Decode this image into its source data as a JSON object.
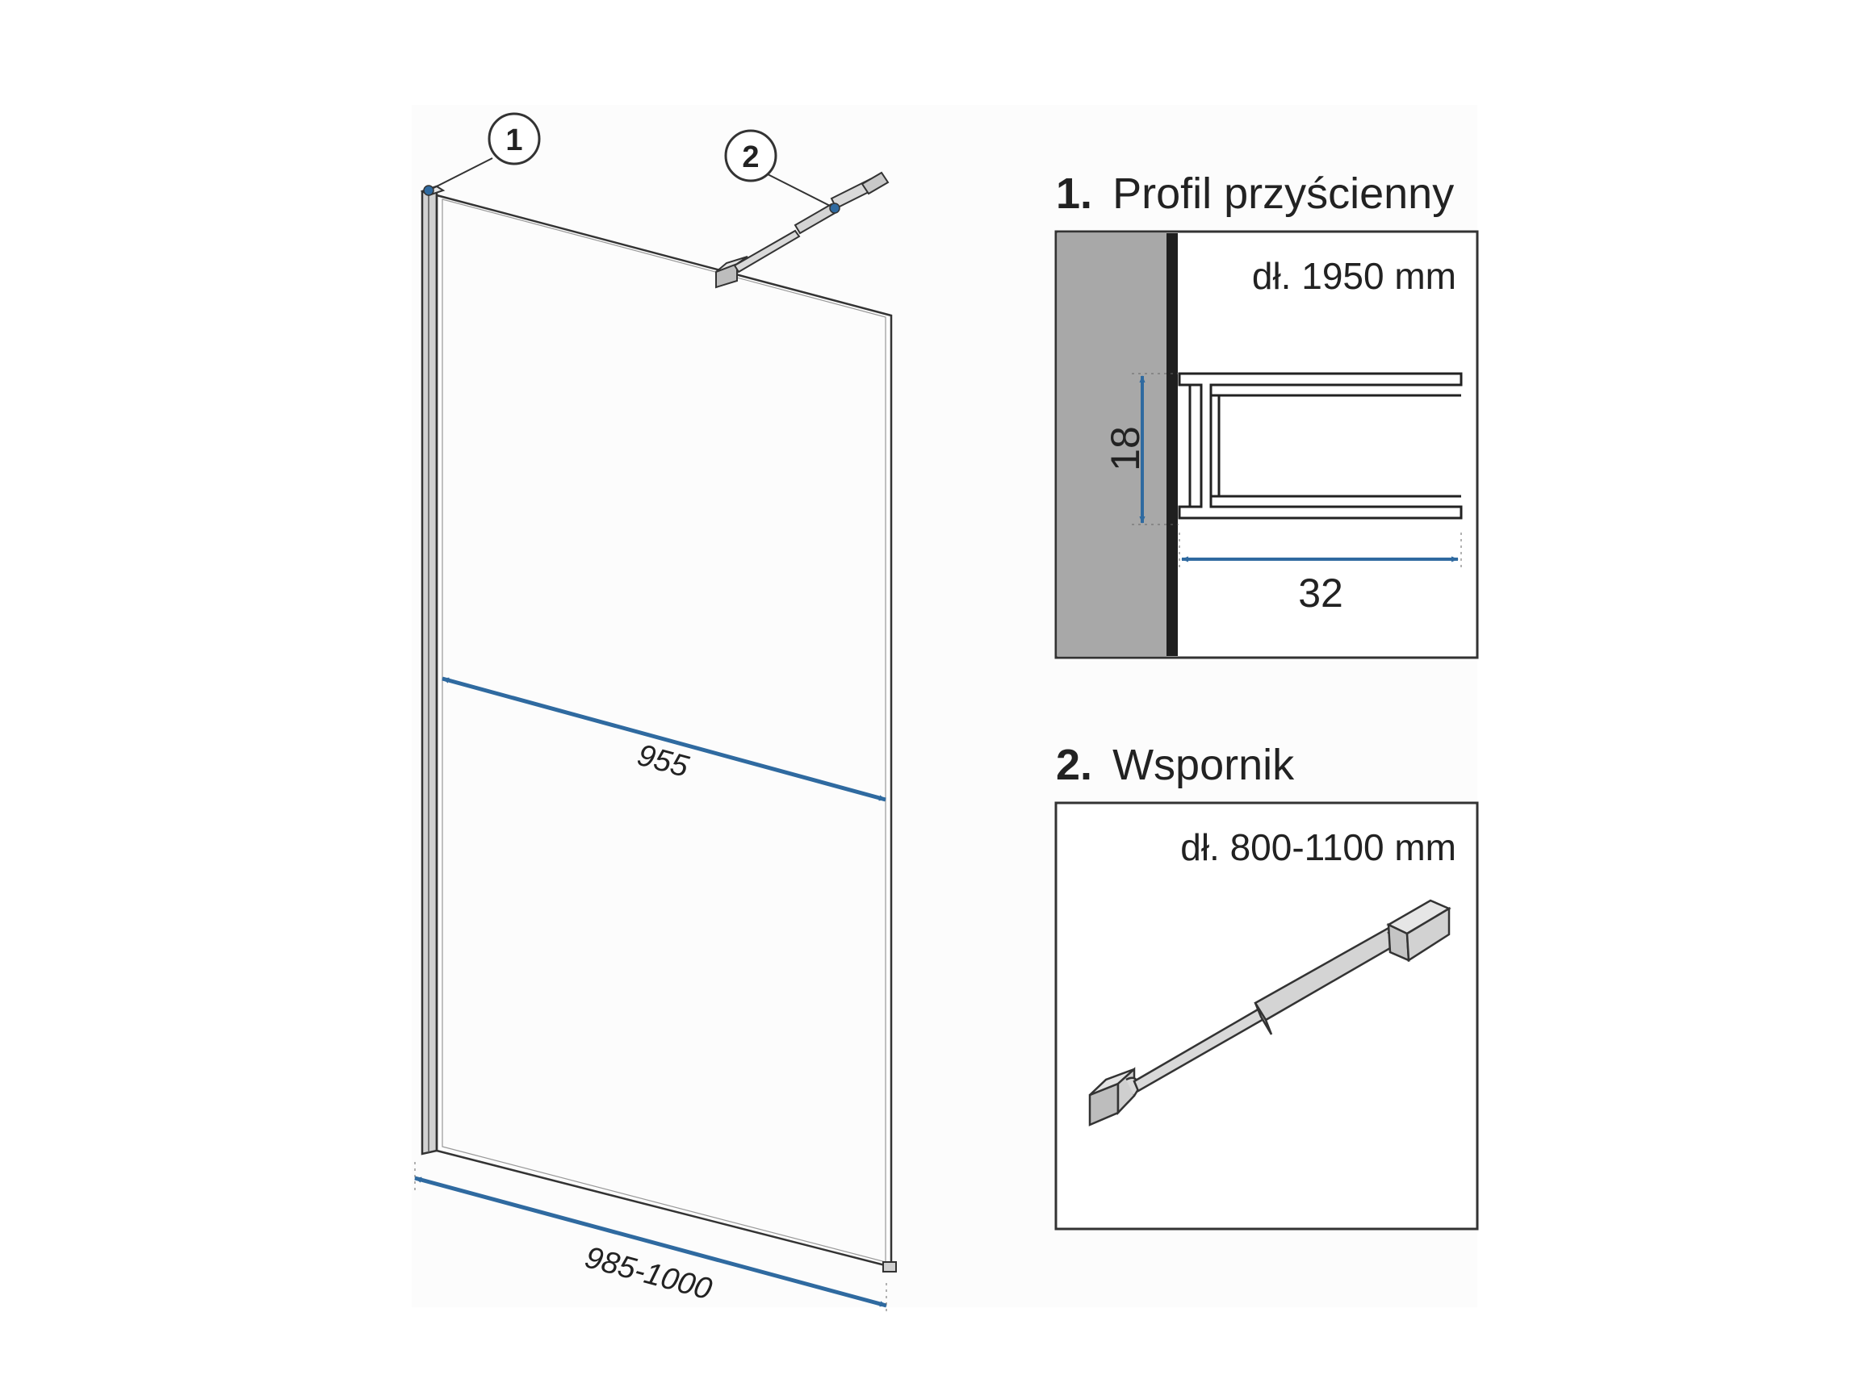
{
  "colors": {
    "accent": "#2f6aa0",
    "outline": "#333333",
    "wall": "#a8a8a8",
    "frame": "#c9c9c9",
    "background": "#ffffff"
  },
  "markers": {
    "m1": "1",
    "m2": "2"
  },
  "dimensions": {
    "inner_width": "955",
    "total_width": "985-1000"
  },
  "panel_profile": {
    "number": "1.",
    "title": "Profil przyścienny",
    "length": "dł. 1950 mm",
    "depth": "18",
    "width": "32"
  },
  "panel_bracket": {
    "number": "2.",
    "title": "Wspornik",
    "length": "dł. 800-1100 mm"
  }
}
